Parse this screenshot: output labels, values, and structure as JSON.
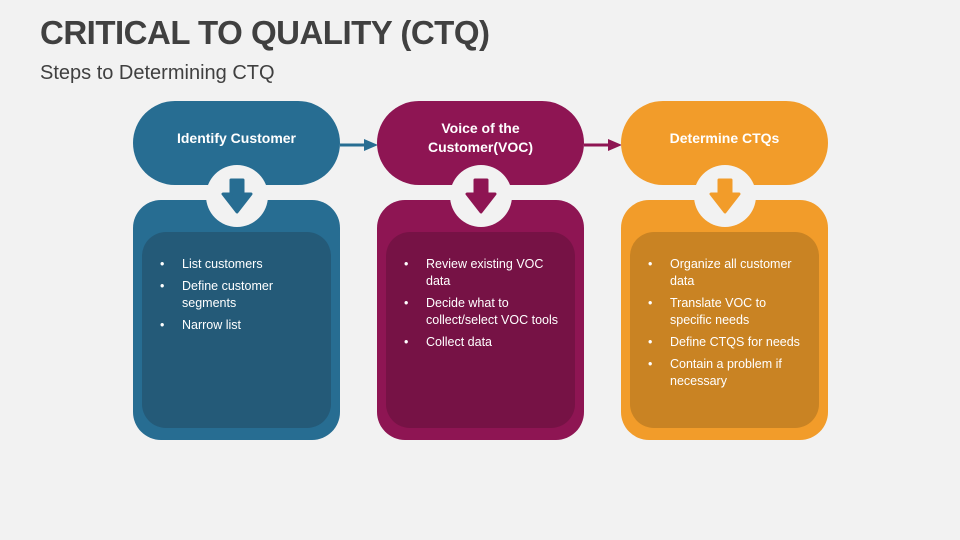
{
  "title": "CRITICAL TO QUALITY (CTQ)",
  "subtitle": "Steps to Determining CTQ",
  "colors": {
    "blue": "#276d92",
    "blue_inner": "#245a78",
    "magenta": "#8e1553",
    "magenta_inner": "#761245",
    "orange": "#f29c2a",
    "orange_inner": "#c98323"
  },
  "steps": [
    {
      "heading": "Identify Customer",
      "items": [
        "List customers",
        "Define customer segments",
        "Narrow list"
      ]
    },
    {
      "heading": "Voice of the Customer(VOC)",
      "items": [
        "Review existing VOC data",
        "Decide what to collect/select VOC tools",
        "Collect data"
      ]
    },
    {
      "heading": "Determine CTQs",
      "items": [
        "Organize all customer data",
        "Translate VOC to specific needs",
        "Define CTQS for needs",
        "Contain a problem if necessary"
      ]
    }
  ]
}
